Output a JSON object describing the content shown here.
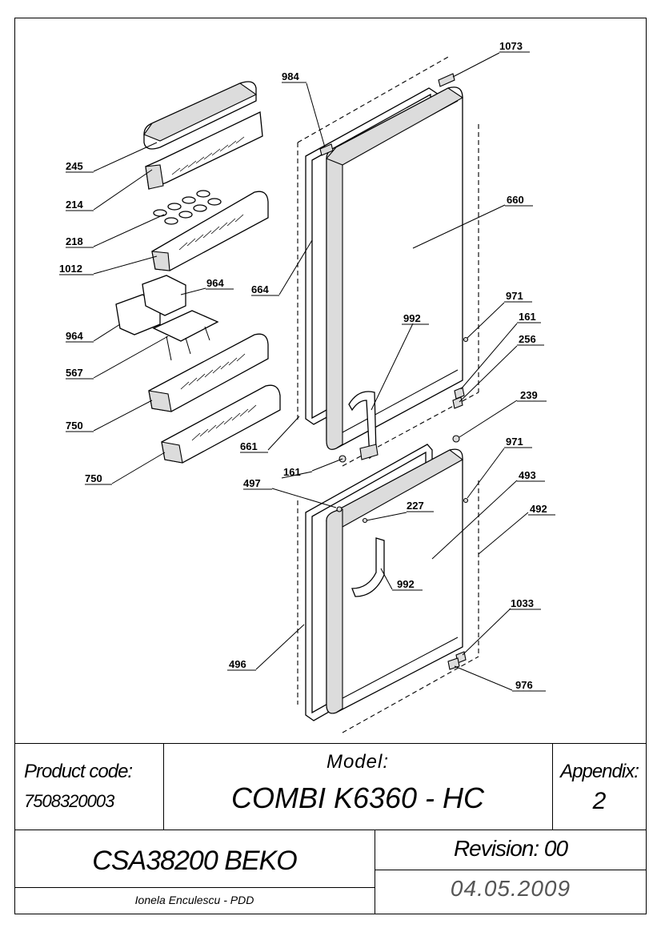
{
  "callouts": {
    "c1073": "1073",
    "c984": "984",
    "c245": "245",
    "c214": "214",
    "c660": "660",
    "c218": "218",
    "c1012": "1012",
    "c964a": "964",
    "c664": "664",
    "c964b": "964",
    "c971a": "971",
    "c992a": "992",
    "c161a": "161",
    "c256": "256",
    "c567": "567",
    "c239": "239",
    "c750a": "750",
    "c661": "661",
    "c971b": "971",
    "c750b": "750",
    "c161b": "161",
    "c493": "493",
    "c497": "497",
    "c227": "227",
    "c492": "492",
    "c992b": "992",
    "c1033": "1033",
    "c496": "496",
    "c976": "976"
  },
  "title_block": {
    "product_code_label": "Product code:",
    "product_code_value": "7508320003",
    "model_label": "Model:",
    "model_value": "COMBI K6360 - HC",
    "appendix_label": "Appendix:",
    "appendix_value": "2",
    "code_name": "CSA38200 BEKO",
    "revision": "Revision: 00",
    "author": "Ionela Enculescu - PDD",
    "date": "04.05.2009"
  }
}
